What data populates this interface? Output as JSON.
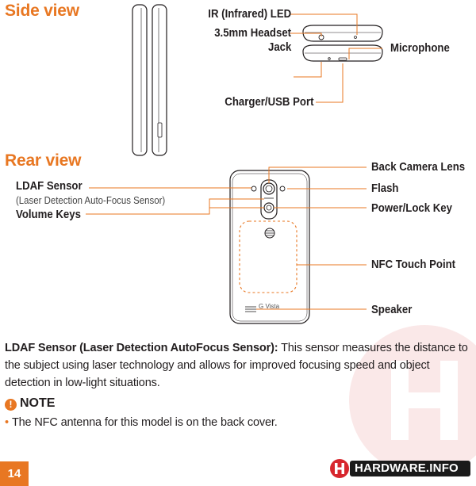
{
  "side_view": {
    "title": "Side view",
    "labels": {
      "ir_led": "IR (Infrared) LED",
      "headset_line1": "3.5mm Headset",
      "headset_line2": "Jack",
      "microphone": "Microphone",
      "charger": "Charger/USB Port"
    }
  },
  "rear_view": {
    "title": "Rear view",
    "labels": {
      "ldaf": "LDAF Sensor",
      "ldaf_sub": "(Laser Detection Auto-Focus Sensor)",
      "volume": "Volume Keys",
      "camera": "Back Camera Lens",
      "flash": "Flash",
      "power": "Power/Lock Key",
      "nfc": "NFC Touch Point",
      "speaker": "Speaker"
    },
    "phone_brand": "G Vista"
  },
  "description": {
    "term": "LDAF Sensor (Laser Detection AutoFocus Sensor):",
    "text": " This sensor measures the distance to the subject using laser technology and allows for improved focusing speed and object detection in low-light situations."
  },
  "note": {
    "icon": "exclamation-icon",
    "title": "NOTE",
    "bullet": "The NFC antenna for this model is on the back cover."
  },
  "page_number": "14",
  "watermark": "HARDWARE.INFO",
  "colors": {
    "accent": "#e87722",
    "text": "#231f20",
    "watermark_red": "#d7262d"
  }
}
